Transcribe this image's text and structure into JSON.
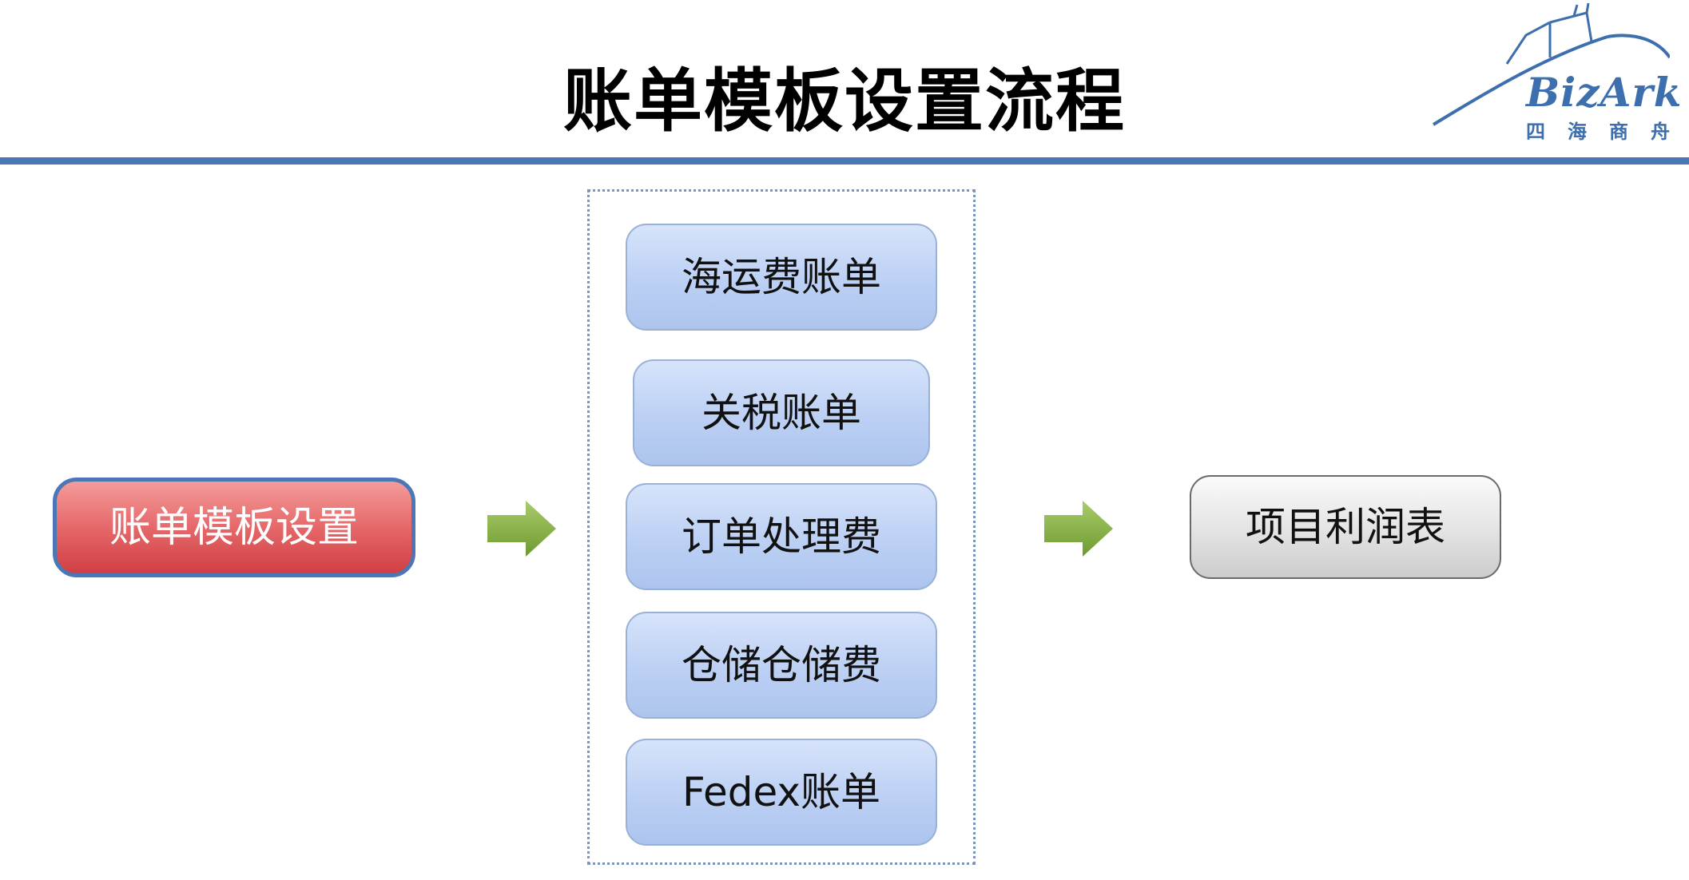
{
  "title": "账单模板设置流程",
  "logo": {
    "brand": "BizArk",
    "subtitle_chars": [
      "四",
      "海",
      "商",
      "舟"
    ]
  },
  "flow": {
    "start": "账单模板设置",
    "items": [
      "海运费账单",
      "关税账单",
      "订单处理费",
      "仓储仓储费",
      "Fedex账单"
    ],
    "end": "项目利润表"
  },
  "colors": {
    "rule": "#4a76b6",
    "start_fill": "#e6686a",
    "item_fill": "#bcd0f4",
    "end_fill": "#e3e3e3",
    "arrow": "#7fa93c"
  },
  "icons": [
    "right-arrow-icon",
    "ship-logo-icon"
  ]
}
